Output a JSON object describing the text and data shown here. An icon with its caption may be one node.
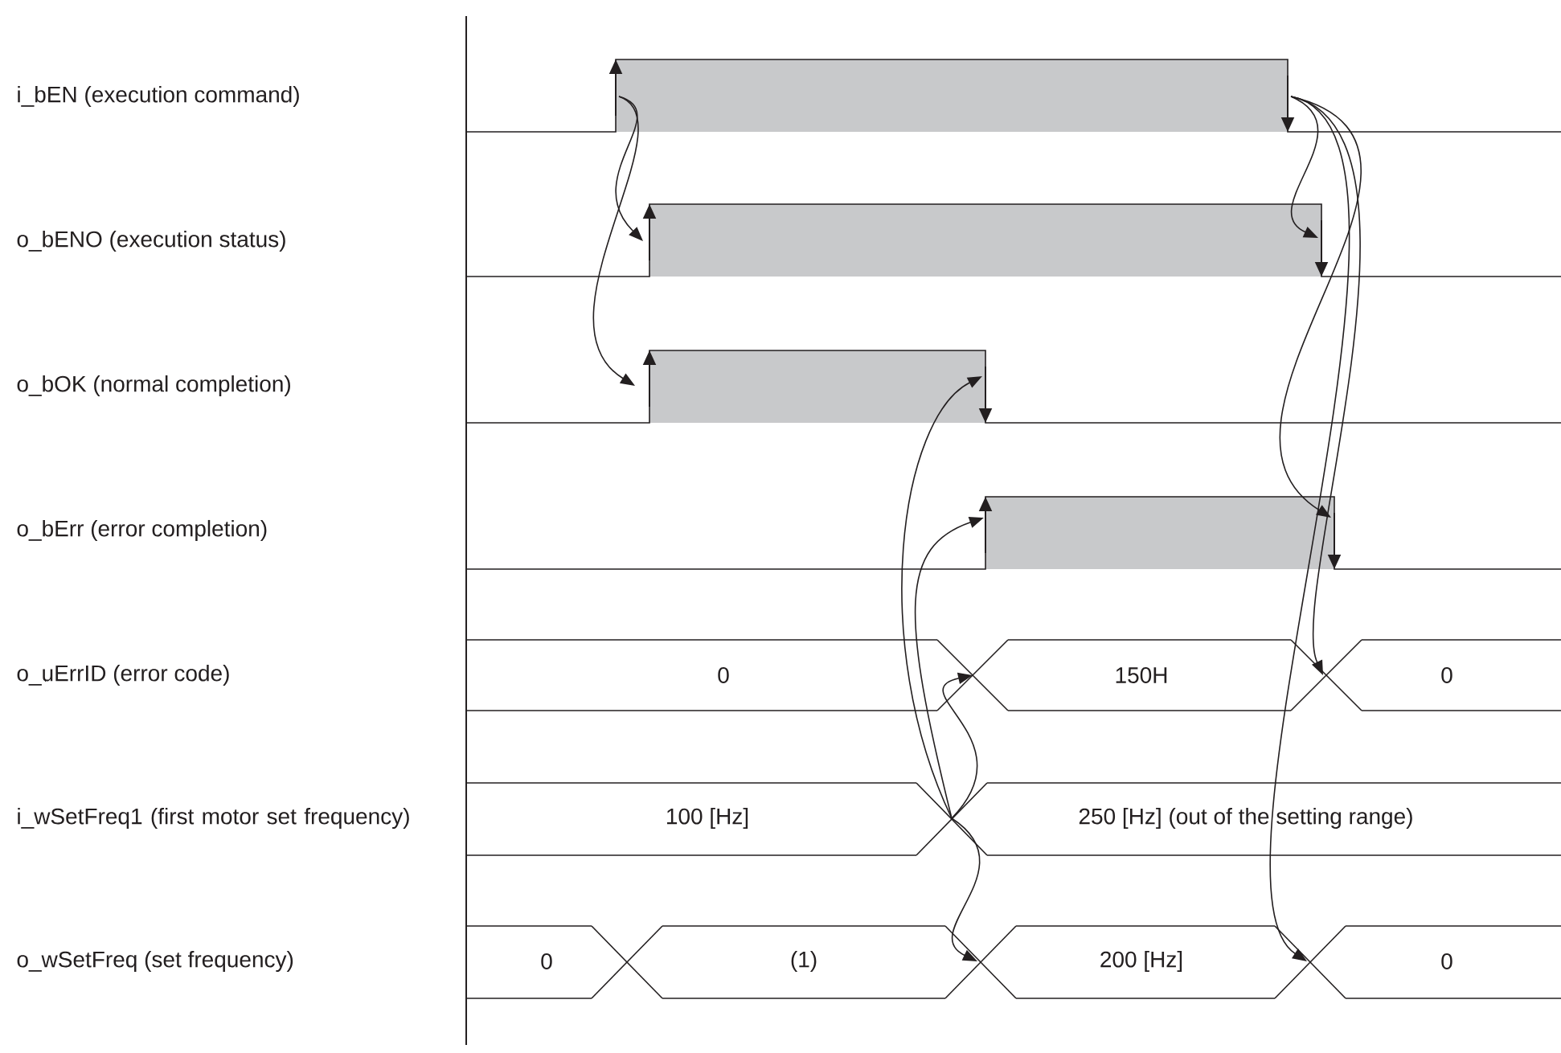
{
  "diagram": {
    "labels": [
      "i_bEN (execution command)",
      "o_bENO (execution status)",
      "o_bOK (normal completion)",
      "o_bErr (error completion)",
      "o_uErrID (error code)",
      "0",
      "150H",
      "0",
      "i_wSetFreq1 (first motor set frequency)",
      "100 [Hz]",
      "250 [Hz] (out of the setting range)",
      "o_wSetFreq (set frequency)",
      "0",
      "(1)",
      "200 [Hz]",
      "0"
    ]
  }
}
